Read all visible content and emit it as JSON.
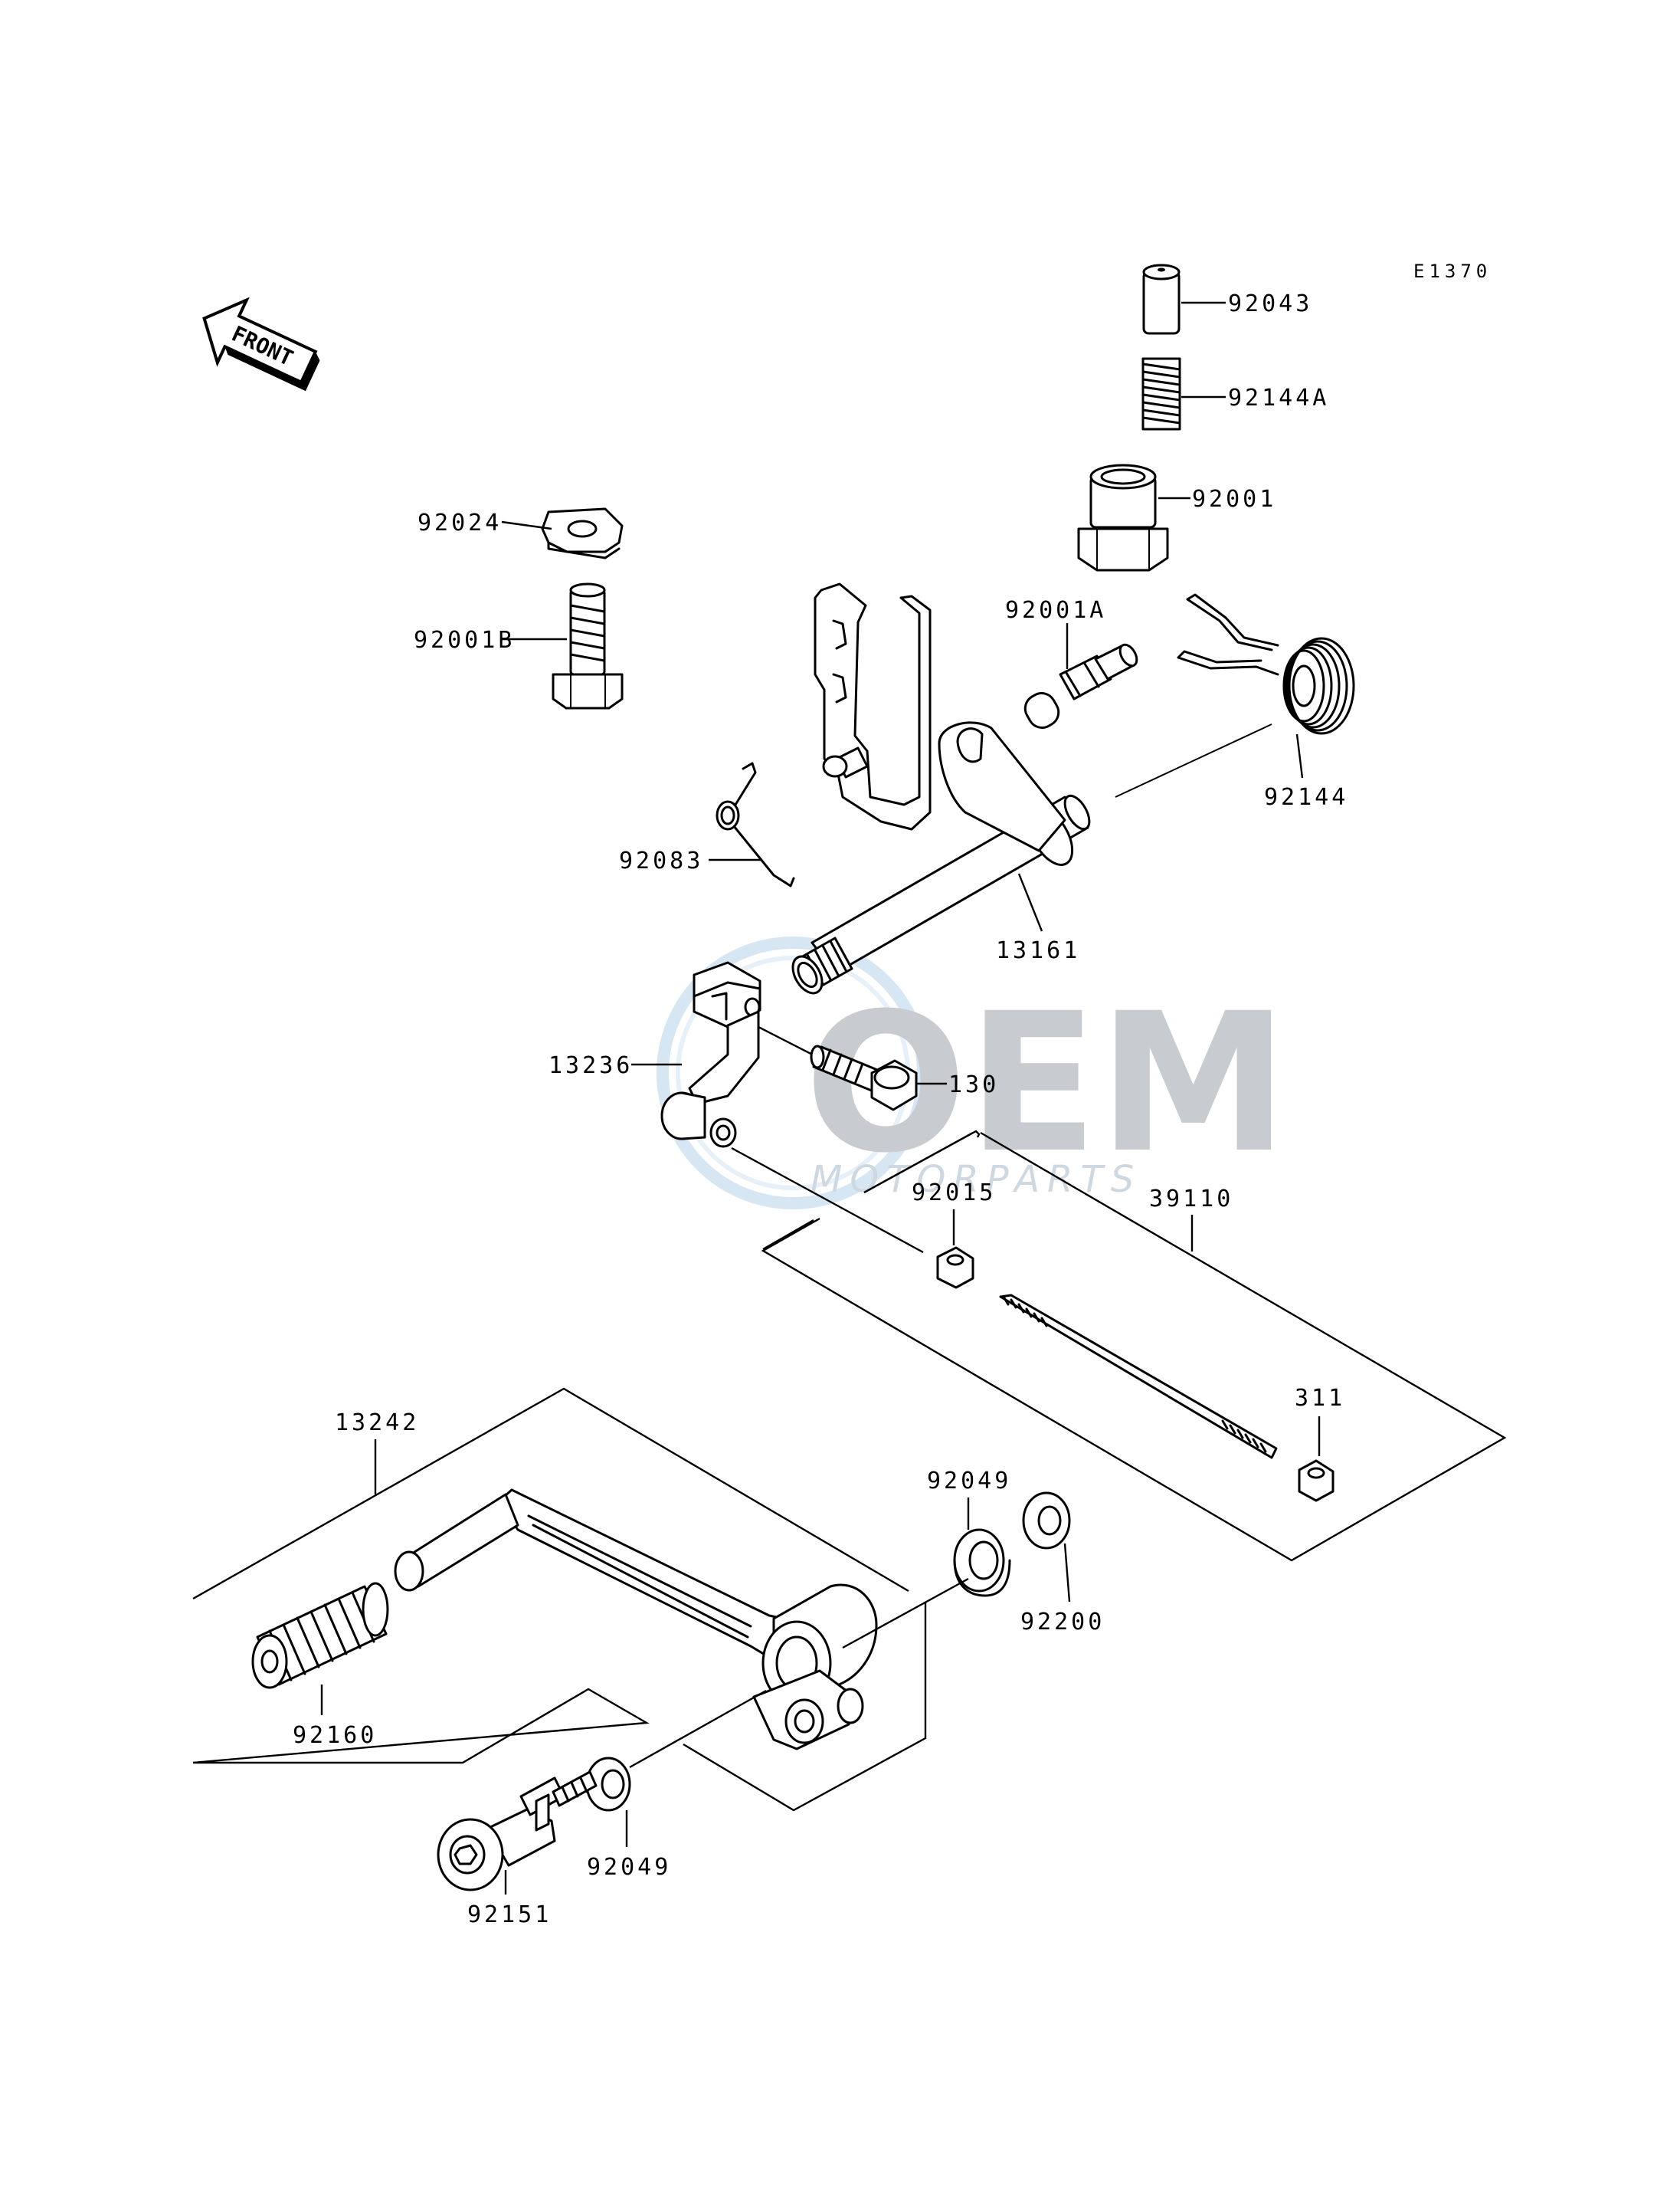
{
  "diagram_code": "E1370",
  "direction_badge": "FRONT",
  "watermark": {
    "brand": "OEM",
    "sub": "MOTORPARTS"
  },
  "labels": {
    "p92043": "92043",
    "p92144A": "92144A",
    "p92001": "92001",
    "p92024": "92024",
    "p92001B": "92001B",
    "p92001A": "92001A",
    "p92144": "92144",
    "p92083": "92083",
    "p13161": "13161",
    "p13236": "13236",
    "p130": "130",
    "p92015": "92015",
    "p39110": "39110",
    "p311": "311",
    "p13242": "13242",
    "p92049_top": "92049",
    "p92200": "92200",
    "p92160": "92160",
    "p92049_bottom": "92049",
    "p92151": "92151"
  }
}
